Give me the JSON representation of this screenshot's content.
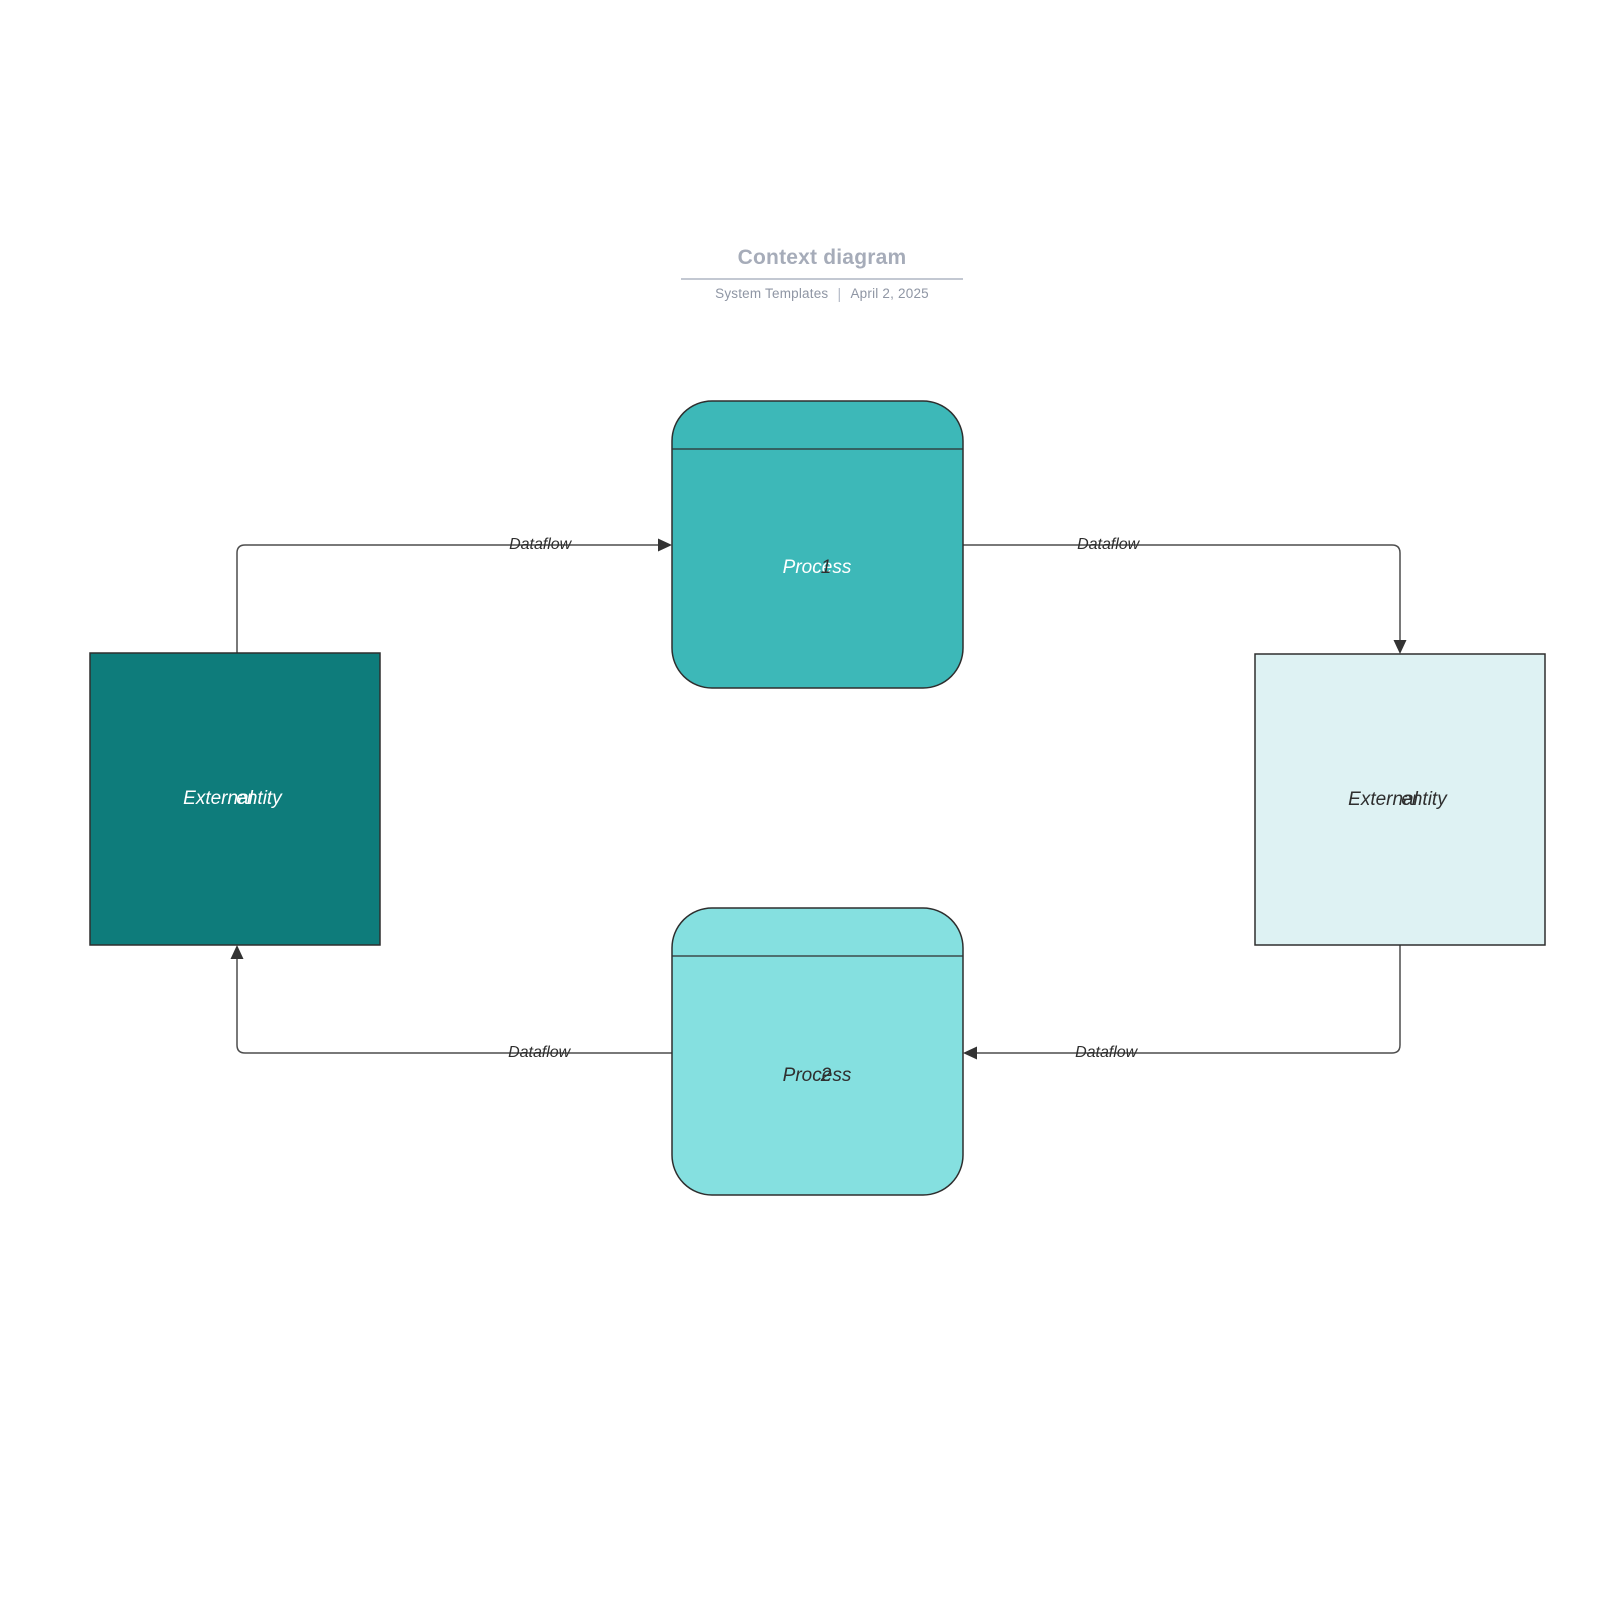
{
  "header": {
    "title": "Context diagram",
    "byline": "System Templates",
    "separator": "|",
    "date": "April 2, 2025"
  },
  "shapes": {
    "process1": {
      "name": "Process",
      "number": "1"
    },
    "process2": {
      "name": "Process",
      "number": "2"
    },
    "entity_left": {
      "word1": "External",
      "word2": "entity"
    },
    "entity_right": {
      "word1": "External",
      "word2": "entity"
    }
  },
  "flows": {
    "top_left": {
      "word1": "Data",
      "word2": "flow"
    },
    "top_right": {
      "word1": "Data",
      "word2": "flow"
    },
    "bottom_right": {
      "word1": "Data",
      "word2": "flow"
    },
    "bottom_left": {
      "word1": "Data",
      "word2": "flow"
    }
  },
  "colors": {
    "process1_fill": "#3DB8B8",
    "process2_fill": "#85E0E0",
    "entity_left_fill": "#0E7C7B",
    "entity_right_fill": "#DEF2F3",
    "shape_border": "#2E2E2E",
    "connector": "#4D4D4D",
    "arrowhead": "#333333",
    "title_text": "#A6ACB9",
    "subtitle_text": "#8F96A4",
    "label_dark": "#2F2F2F",
    "label_light": "#FFFFFF"
  }
}
